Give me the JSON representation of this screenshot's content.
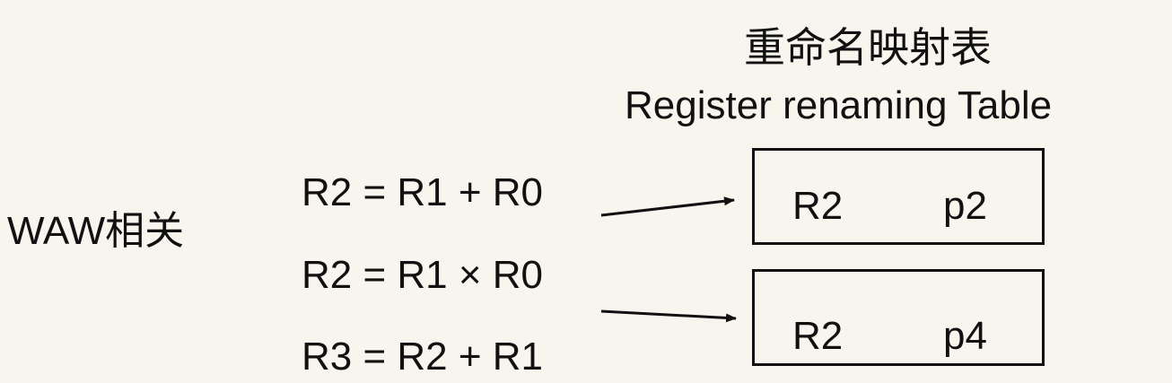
{
  "title_cn": "重命名映射表",
  "title_en": "Register renaming Table",
  "dependency_label": "WAW相关",
  "instructions": [
    "R2 = R1 + R0",
    "R2 = R1 × R0",
    "R3 = R2 + R1"
  ],
  "rename_table": [
    {
      "arch_reg": "R2",
      "phys_reg": "p2"
    },
    {
      "arch_reg": "R2",
      "phys_reg": "p4"
    }
  ],
  "colors": {
    "background": "#f8f5ee",
    "ink": "#111111"
  }
}
